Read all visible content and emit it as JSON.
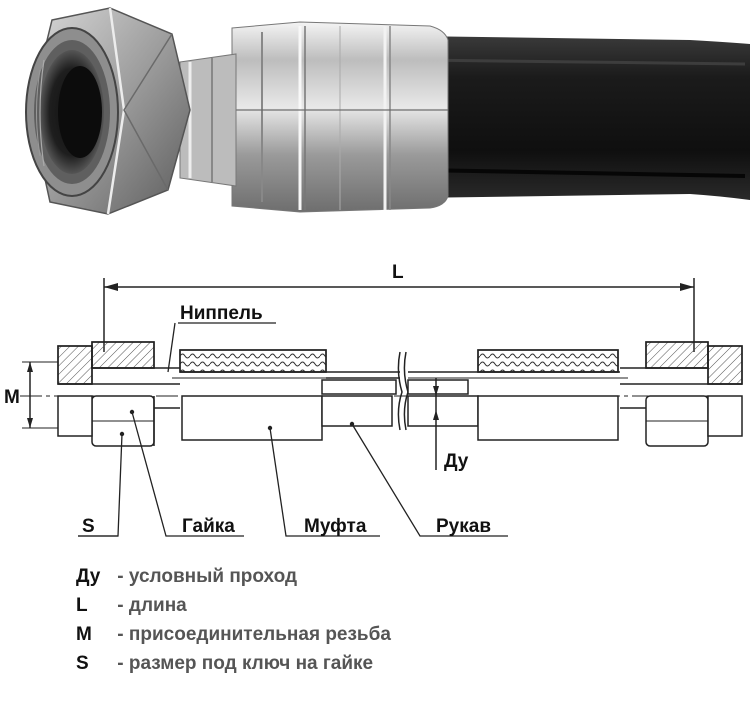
{
  "diagram": {
    "dimension_label_L": "L",
    "dimension_label_M": "M",
    "dimension_label_Du": "Ду",
    "callouts": {
      "nippel": "Ниппель",
      "s": "S",
      "gaika": "Гайка",
      "mufta": "Муфта",
      "rukav": "Рукав"
    }
  },
  "legend": [
    {
      "key": "Ду",
      "desc": "- условный проход"
    },
    {
      "key": "L",
      "desc": "- длина"
    },
    {
      "key": "M",
      "desc": "- присоединительная резьба"
    },
    {
      "key": "S",
      "desc": "- размер под ключ на гайке"
    }
  ],
  "colors": {
    "hose": "#1a1a1a",
    "metal_light": "#e6e6e6",
    "metal_dark": "#8a8a8a",
    "line": "#222222",
    "legend_desc": "#555555"
  }
}
